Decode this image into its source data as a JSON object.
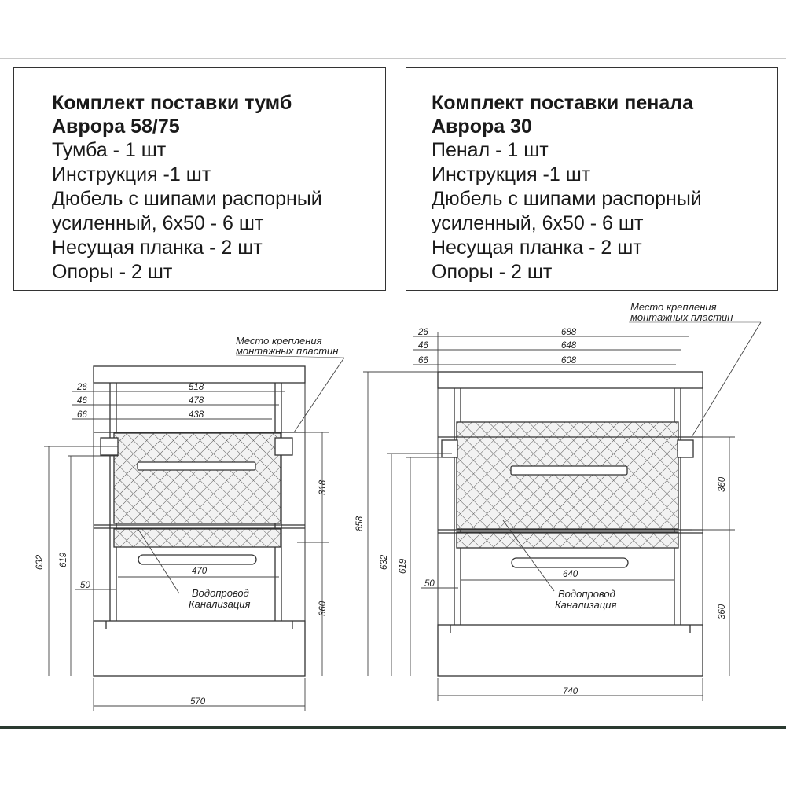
{
  "kit_left": {
    "title": [
      "Комплект поставки тумб",
      "Аврора 58/75"
    ],
    "items": [
      "Тумба - 1 шт",
      "Инструкция -1 шт",
      "Дюбель с шипами распорный",
      "усиленный, 6х50 - 6 шт",
      "Несущая планка - 2 шт",
      "Опоры - 2 шт"
    ]
  },
  "kit_right": {
    "title": [
      "Комплект поставки пенала",
      "Аврора 30"
    ],
    "items": [
      "Пенал - 1 шт",
      "Инструкция -1 шт",
      "Дюбель с шипами распорный",
      "усиленный, 6х50 - 6 шт",
      "Несущая планка - 2 шт",
      "Опоры - 2 шт"
    ]
  },
  "left_drawing": {
    "note_mount": [
      "Место крепления",
      "монтажных пластин"
    ],
    "note_pipes": [
      "Водопровод",
      "Канализация"
    ],
    "dims": {
      "d26": "26",
      "d46": "46",
      "d66": "66",
      "d518": "518",
      "d478": "478",
      "d438": "438",
      "d318": "318",
      "d360": "360",
      "d632": "632",
      "d619": "619",
      "d50": "50",
      "d470": "470",
      "d570": "570"
    }
  },
  "right_drawing": {
    "note_mount": [
      "Место крепления",
      "монтажных пластин"
    ],
    "note_pipes": [
      "Водопровод",
      "Канализация"
    ],
    "dims": {
      "d26": "26",
      "d46": "46",
      "d66": "66",
      "d688": "688",
      "d648": "648",
      "d608": "608",
      "d858": "858",
      "d360a": "360",
      "d360b": "360",
      "d632": "632",
      "d619": "619",
      "d50": "50",
      "d640": "640",
      "d740": "740"
    }
  }
}
